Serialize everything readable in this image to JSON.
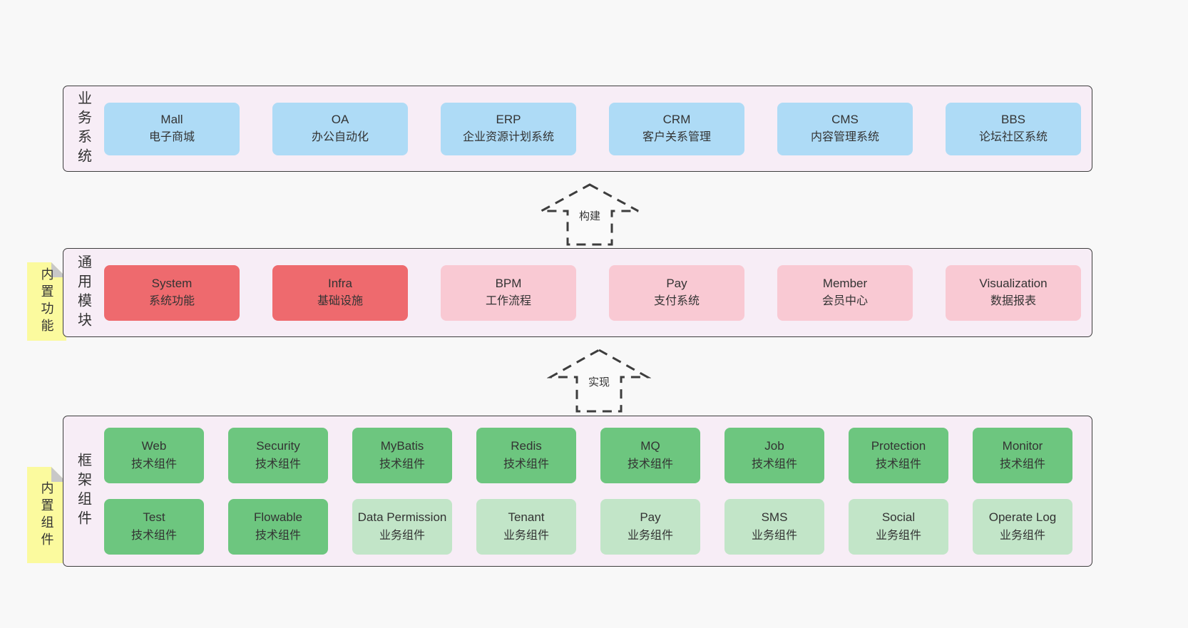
{
  "palette": {
    "pagebg": "#f8f8f8",
    "bandfill": "#f7edf6",
    "bandborder": "#3d3d3d",
    "blue": "#aedbf6",
    "red": "#ee6a6e",
    "pink": "#f9c9d3",
    "greendark": "#6dc67f",
    "greenlight": "#c2e5c8",
    "yellow": "#fbfa9e",
    "fold": "#c8c8c8",
    "text": "#333333"
  },
  "arrows": [
    {
      "label": "构建"
    },
    {
      "label": "实现"
    }
  ],
  "sections": [
    {
      "id": "business-systems",
      "side_label": "业务系统",
      "note": null,
      "rows": [
        [
          {
            "id": "mall",
            "name": "Mall",
            "desc": "电子商城",
            "variant": "blue"
          },
          {
            "id": "oa",
            "name": "OA",
            "desc": "办公自动化",
            "variant": "blue"
          },
          {
            "id": "erp",
            "name": "ERP",
            "desc": "企业资源计划系统",
            "variant": "blue"
          },
          {
            "id": "crm",
            "name": "CRM",
            "desc": "客户关系管理",
            "variant": "blue"
          },
          {
            "id": "cms",
            "name": "CMS",
            "desc": "内容管理系统",
            "variant": "blue"
          },
          {
            "id": "bbs",
            "name": "BBS",
            "desc": "论坛社区系统",
            "variant": "blue"
          }
        ]
      ]
    },
    {
      "id": "common-modules",
      "side_label": "通用模块",
      "note": "内置功能",
      "rows": [
        [
          {
            "id": "system",
            "name": "System",
            "desc": "系统功能",
            "variant": "red"
          },
          {
            "id": "infra",
            "name": "Infra",
            "desc": "基础设施",
            "variant": "red"
          },
          {
            "id": "bpm",
            "name": "BPM",
            "desc": "工作流程",
            "variant": "pink"
          },
          {
            "id": "pay",
            "name": "Pay",
            "desc": "支付系统",
            "variant": "pink"
          },
          {
            "id": "member",
            "name": "Member",
            "desc": "会员中心",
            "variant": "pink"
          },
          {
            "id": "visualization",
            "name": "Visualization",
            "desc": "数据报表",
            "variant": "pink"
          }
        ]
      ]
    },
    {
      "id": "framework-components",
      "side_label": "框架组件",
      "note": "内置组件",
      "rows": [
        [
          {
            "id": "web",
            "name": "Web",
            "desc": "技术组件",
            "variant": "greendark"
          },
          {
            "id": "security",
            "name": "Security",
            "desc": "技术组件",
            "variant": "greendark"
          },
          {
            "id": "mybatis",
            "name": "MyBatis",
            "desc": "技术组件",
            "variant": "greendark"
          },
          {
            "id": "redis",
            "name": "Redis",
            "desc": "技术组件",
            "variant": "greendark"
          },
          {
            "id": "mq",
            "name": "MQ",
            "desc": "技术组件",
            "variant": "greendark"
          },
          {
            "id": "job",
            "name": "Job",
            "desc": "技术组件",
            "variant": "greendark"
          },
          {
            "id": "protection",
            "name": "Protection",
            "desc": "技术组件",
            "variant": "greendark"
          },
          {
            "id": "monitor",
            "name": "Monitor",
            "desc": "技术组件",
            "variant": "greendark"
          }
        ],
        [
          {
            "id": "test",
            "name": "Test",
            "desc": "技术组件",
            "variant": "greendark"
          },
          {
            "id": "flowable",
            "name": "Flowable",
            "desc": "技术组件",
            "variant": "greendark"
          },
          {
            "id": "data-permission",
            "name": "Data Permission",
            "desc": "业务组件",
            "variant": "greenlight"
          },
          {
            "id": "tenant",
            "name": "Tenant",
            "desc": "业务组件",
            "variant": "greenlight"
          },
          {
            "id": "pay-biz",
            "name": "Pay",
            "desc": "业务组件",
            "variant": "greenlight"
          },
          {
            "id": "sms",
            "name": "SMS",
            "desc": "业务组件",
            "variant": "greenlight"
          },
          {
            "id": "social",
            "name": "Social",
            "desc": "业务组件",
            "variant": "greenlight"
          },
          {
            "id": "operate-log",
            "name": "Operate Log",
            "desc": "业务组件",
            "variant": "greenlight"
          }
        ]
      ]
    }
  ]
}
